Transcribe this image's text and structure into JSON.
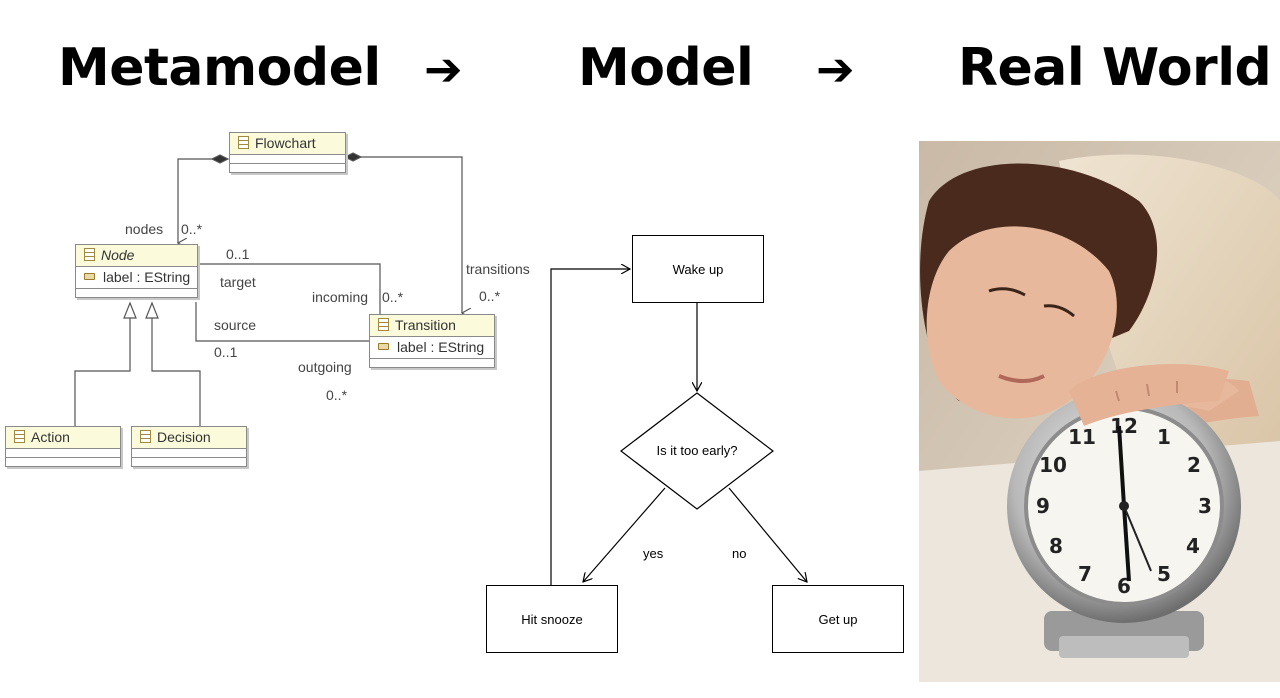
{
  "headings": {
    "metamodel": "Metamodel",
    "model": "Model",
    "real_world": "Real World",
    "arrow": "➔"
  },
  "metamodel": {
    "classes": {
      "flowchart": {
        "name": "Flowchart"
      },
      "node": {
        "name": "Node",
        "attribute": "label : EString"
      },
      "transition": {
        "name": "Transition",
        "attribute": "label : EString"
      },
      "action": {
        "name": "Action"
      },
      "decision": {
        "name": "Decision"
      }
    },
    "labels": {
      "nodes": "nodes",
      "nodes_mult": "0..*",
      "transitions": "transitions",
      "transitions_mult": "0..*",
      "target_mult": "0..1",
      "target": "target",
      "incoming": "incoming",
      "incoming_mult": "0..*",
      "source": "source",
      "source_mult": "0..1",
      "outgoing": "outgoing",
      "outgoing_mult": "0..*"
    }
  },
  "model": {
    "wake_up": "Wake up",
    "decision": "Is it too early?",
    "yes": "yes",
    "no": "no",
    "hit_snooze": "Hit snooze",
    "get_up": "Get up"
  },
  "colors": {
    "class_header": "#fbfbdc",
    "class_border": "#8a8a8a",
    "photo_background": "#c9b9a6"
  }
}
